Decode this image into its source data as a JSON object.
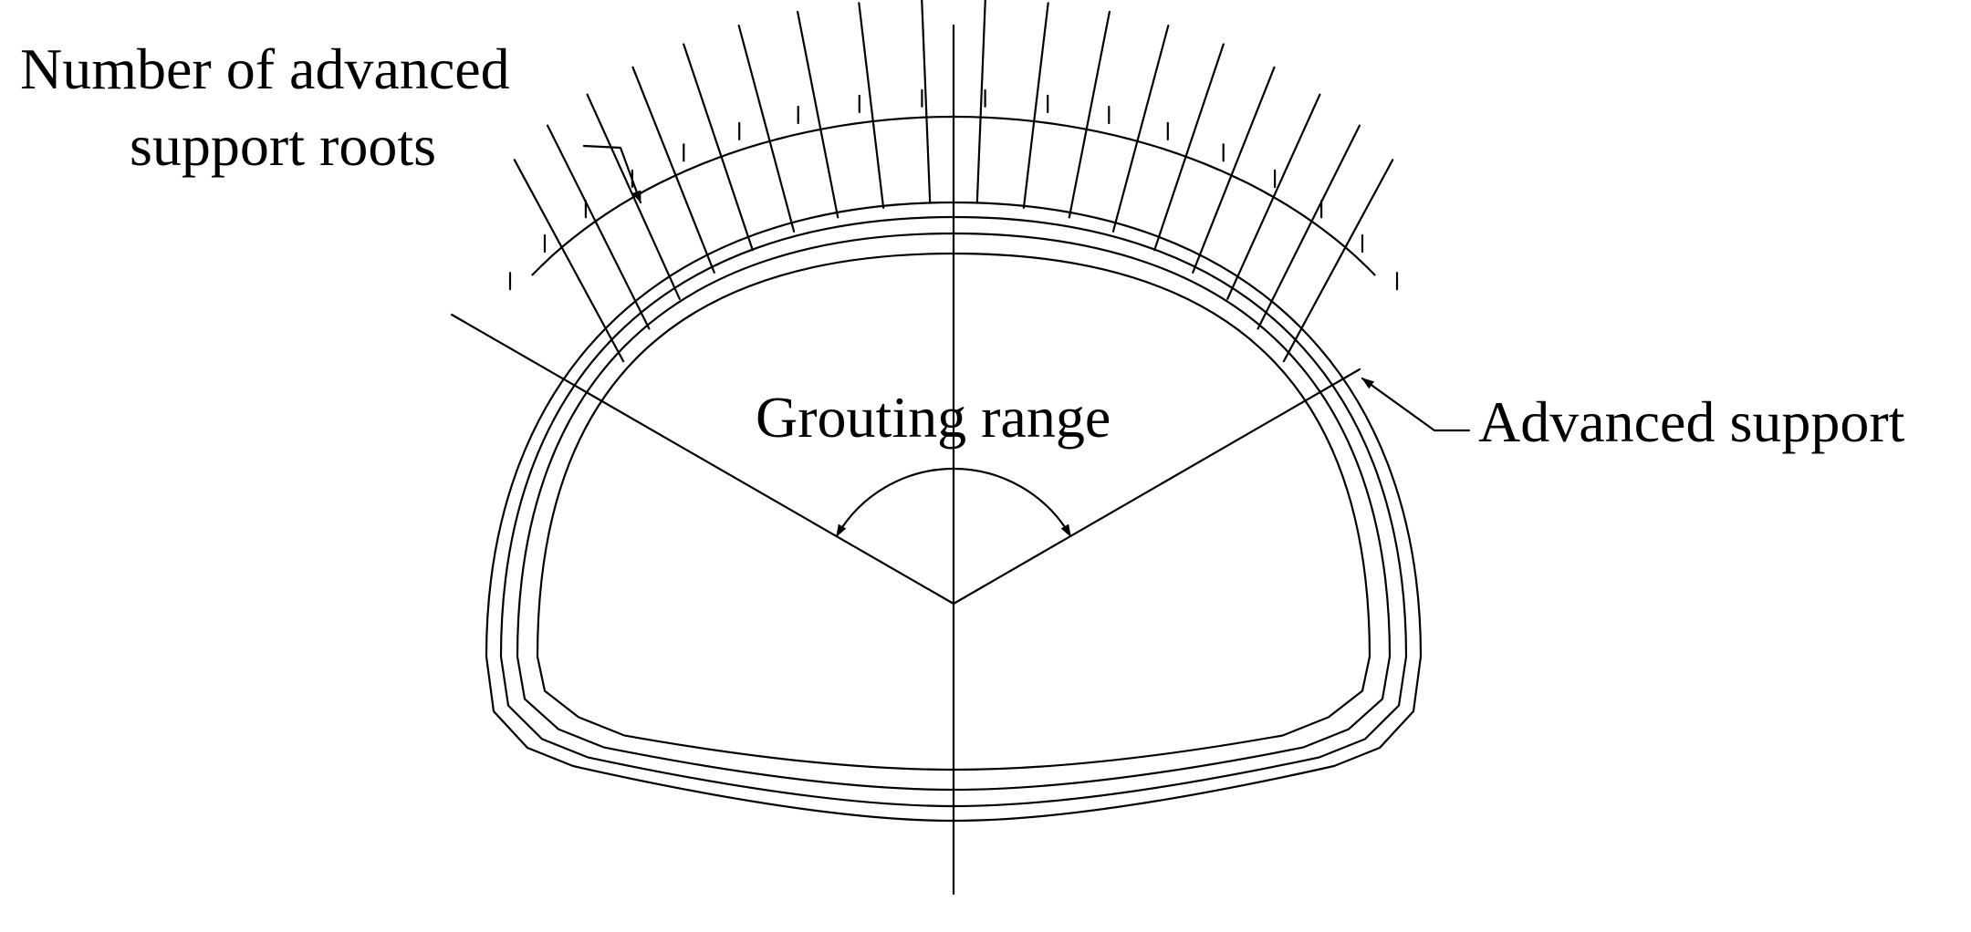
{
  "labels": {
    "roots_line1": "Number of advanced",
    "roots_line2": "support roots",
    "grouting": "Grouting range",
    "advanced": "Advanced support"
  },
  "colors": {
    "line": "#000000",
    "background": "#ffffff"
  },
  "pipe_count": 18
}
